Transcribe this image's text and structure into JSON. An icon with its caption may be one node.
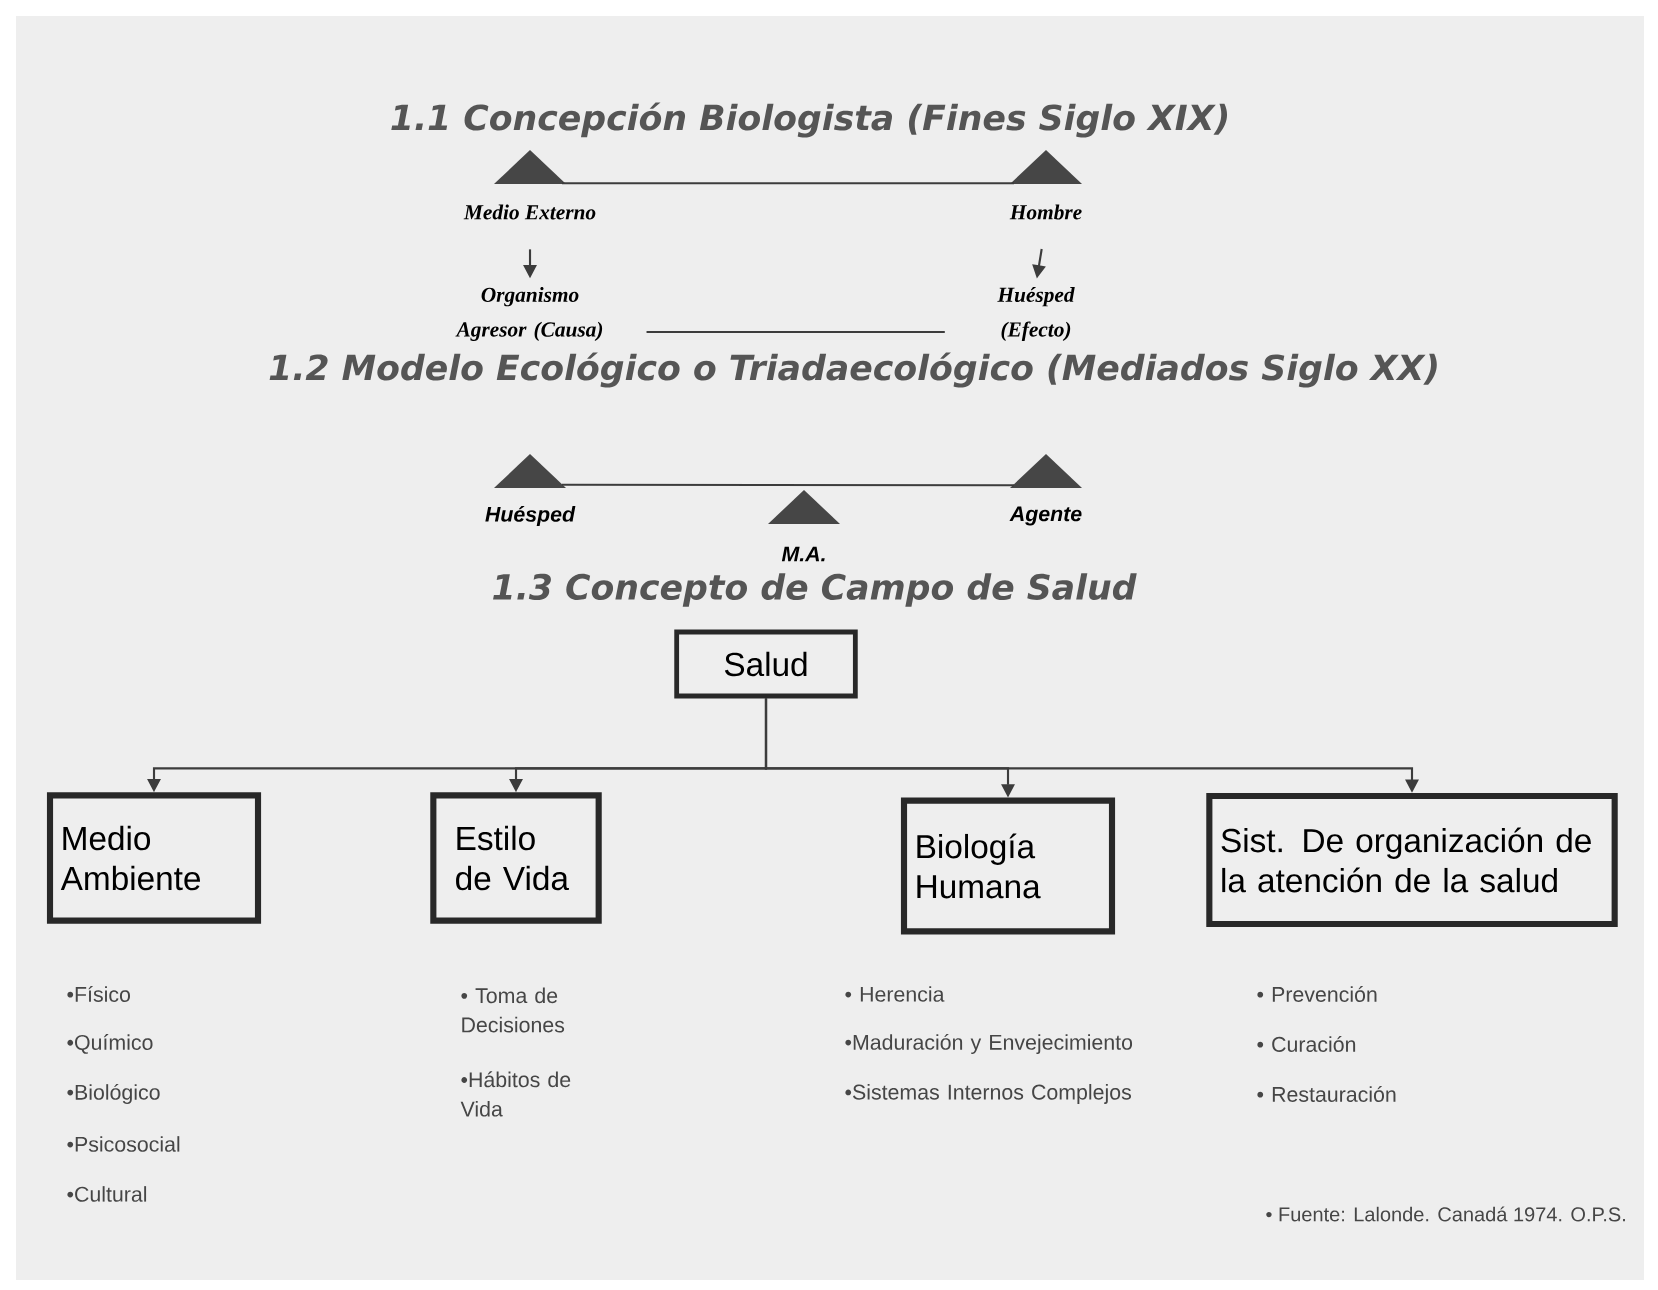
{
  "diagram": {
    "nodes": [
      {
        "text": [
          "Medio Externo"
        ]
      },
      {
        "text": [
          "Hombre"
        ]
      },
      {
        "text": [
          "Organismo Agresor (Causa)"
        ]
      },
      {
        "text": [
          "Huésped (Efecto)"
        ]
      },
      {
        "text": [
          "Huésped"
        ]
      },
      {
        "text": [
          "M.A."
        ]
      },
      {
        "text": [
          "Agente"
        ]
      },
      {
        "text": [
          "Salud"
        ]
      },
      {
        "text": [
          "Medio Ambiente"
        ],
        "beside": [
          "•Físico",
          "•Químico",
          "•Biológico",
          "•Psicosocial",
          "•Cultural"
        ]
      },
      {
        "text": [
          "Estilo de Vida"
        ],
        "beside": [
          "• Toma de Decisiones",
          "•Hábitos de Vida"
        ]
      },
      {
        "text": [
          "Biología Humana"
        ],
        "beside": [
          "• Herencia",
          "•Maduración y Envejecimiento",
          "•Sistemas Internos Complejos"
        ]
      },
      {
        "text": [
          "Sist. De organización de la atención de la salud"
        ],
        "beside": [
          "• Prevención",
          "• Curación",
          "• Restauración"
        ]
      }
    ],
    "edges": [
      {
        "from": 0,
        "to": 1,
        "arrow": "none"
      },
      {
        "from": 0,
        "to": 2,
        "arrow": "to"
      },
      {
        "from": 1,
        "to": 3,
        "arrow": "to"
      },
      {
        "from": 2,
        "to": 3,
        "arrow": "none"
      },
      {
        "from": 4,
        "to": 6,
        "arrow": "none"
      },
      {
        "from": 7,
        "to": 8,
        "arrow": "to"
      },
      {
        "from": 7,
        "to": 9,
        "arrow": "to"
      },
      {
        "from": 7,
        "to": 10,
        "arrow": "to"
      },
      {
        "from": 7,
        "to": 11,
        "arrow": "to"
      }
    ],
    "labels": [
      "1.1 Concepción Biologista (Fines Siglo XIX)",
      "1.2 Modelo Ecológico o Triadaecológico (Mediados Siglo XX)",
      "1.3 Concepto de Campo de Salud",
      "• Fuente: Lalonde. Canadá 1974. O.P.S."
    ]
  }
}
